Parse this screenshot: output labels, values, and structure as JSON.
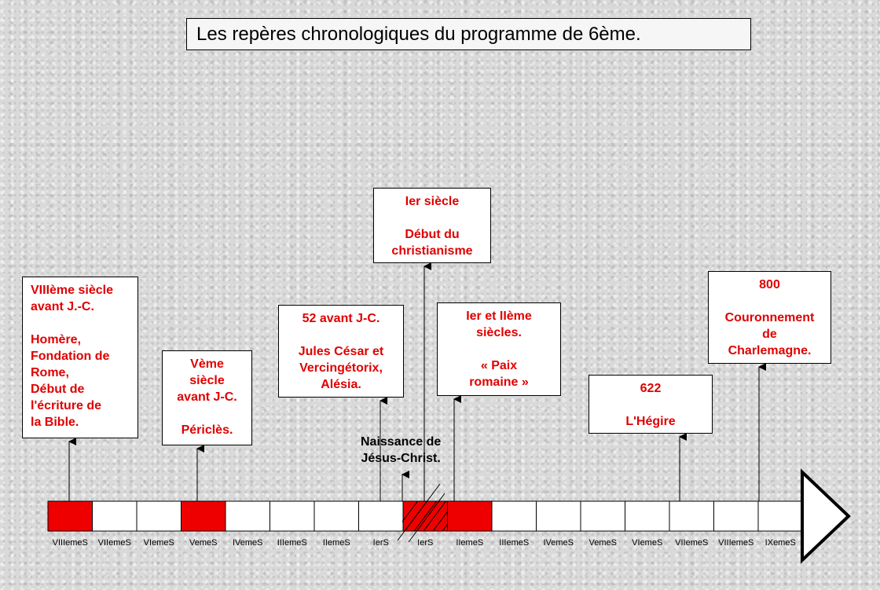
{
  "title": "Les repères chronologiques du programme de 6ème.",
  "cards": {
    "c8bc": "VIIIème siècle\navant J.-C.\n\nHomère,\nFondation de\nRome,\nDébut de\nl'écriture de\nla Bible.",
    "c5bc": "Vème\nsiècle\navant J-C.\n\nPériclès.",
    "c52bc": "52 avant J-C.\n\nJules César et\nVercingétorix,\nAlésia.",
    "c1": "Ier siècle\n\nDébut du\nchristianisme",
    "c12": "Ier et IIème\nsiècles.\n\n« Paix\nromaine »",
    "c622": "622\n\nL'Hégire",
    "c800": "800\n\nCouronnement\nde\nCharlemagne."
  },
  "note": "Naissance de\nJésus-Christ.",
  "timeline": {
    "labels": [
      "VIIIemeS",
      "VIIemeS",
      "VIemeS",
      "VemeS",
      "IVemeS",
      "IIIemeS",
      "IIemeS",
      "IerS",
      "IerS",
      "IIemeS",
      "IIIemeS",
      "IVemeS",
      "VemeS",
      "VIemeS",
      "VIIemeS",
      "VIIIemeS",
      "IXemeS"
    ],
    "highlighted": [
      0,
      3,
      8,
      9
    ],
    "hatched": [
      8
    ],
    "highlight_color": "#ee0000"
  }
}
